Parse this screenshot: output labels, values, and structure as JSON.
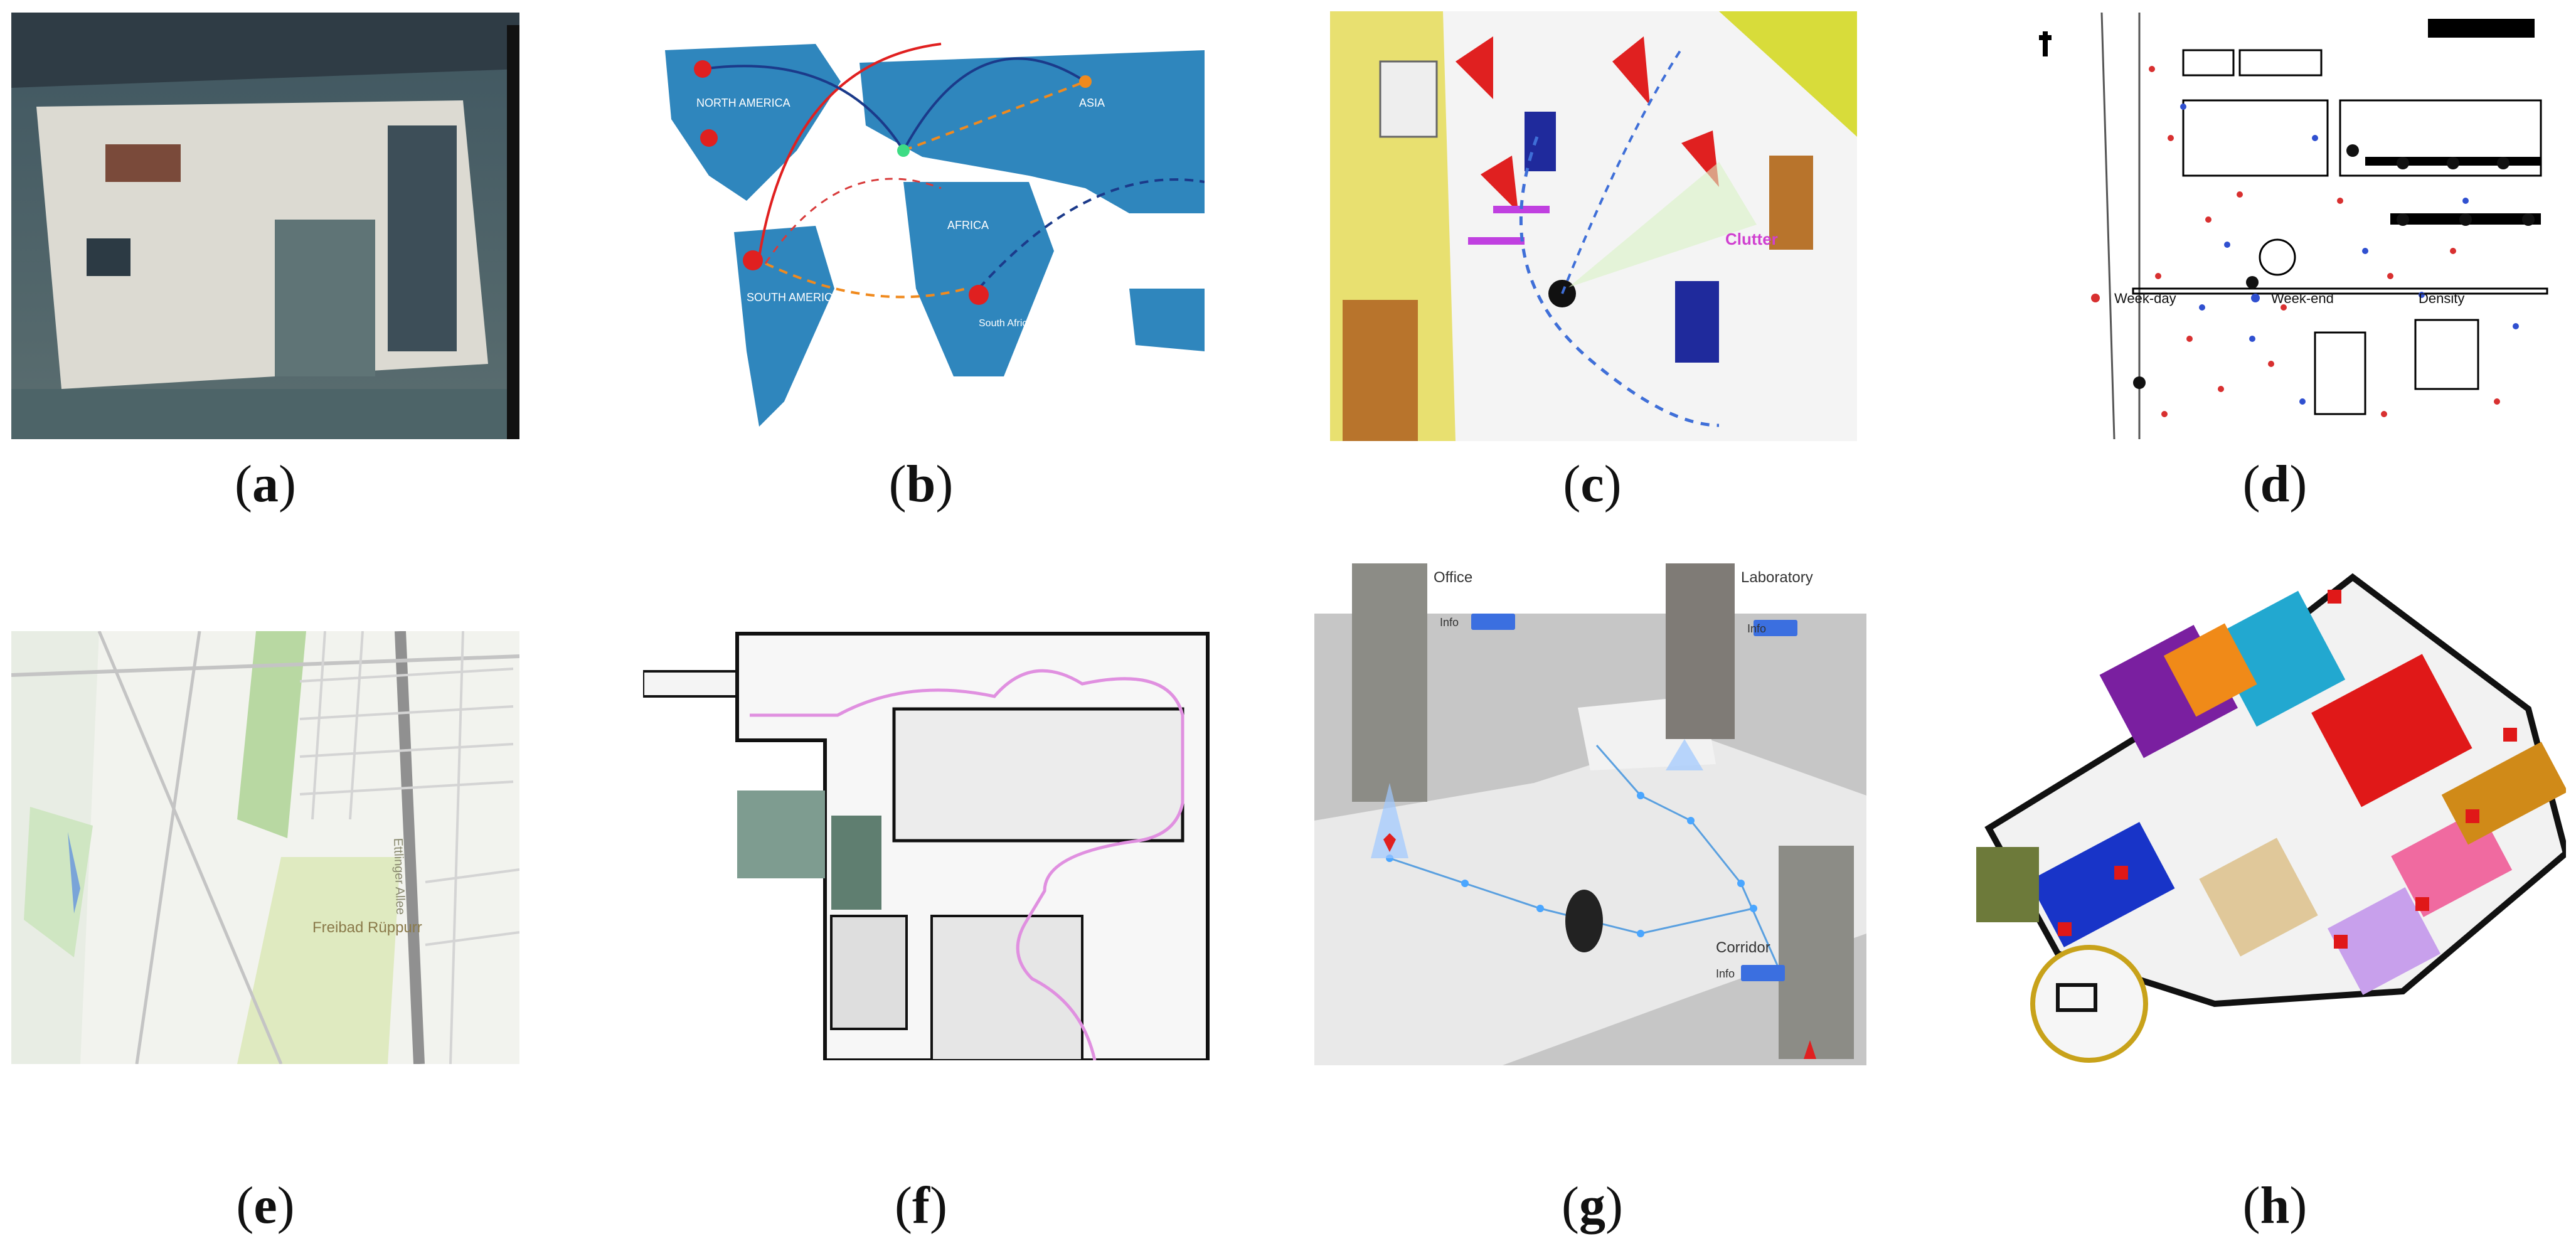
{
  "captions": [
    "a",
    "b",
    "c",
    "d",
    "e",
    "f",
    "g",
    "h"
  ],
  "panel_b": {
    "labels": [
      "NORTH AMERICA",
      "ASIA",
      "AFRICA",
      "SOUTH AMERICA",
      "South Africa"
    ]
  },
  "panel_c": {
    "label": "Clutter"
  },
  "panel_d": {
    "legend": [
      "Week-day",
      "Week-end",
      "Density"
    ]
  },
  "panel_e": {
    "labels": [
      "Ettlinger Allee",
      "Freibad Rüppurr"
    ]
  },
  "panel_g": {
    "rooms": [
      "Office",
      "Laboratory",
      "Corridor"
    ],
    "info": "Info"
  }
}
